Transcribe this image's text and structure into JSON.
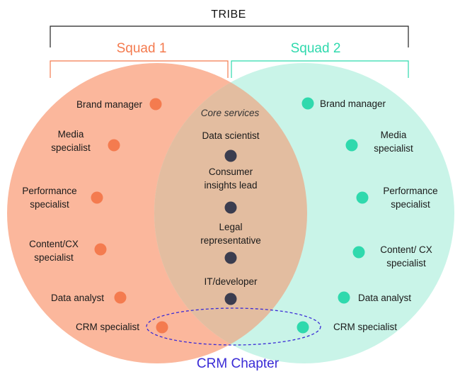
{
  "tribe": {
    "label": "TRIBE"
  },
  "squad1": {
    "label": "Squad 1",
    "color": "#f47b4f",
    "fill": "#fbb79c",
    "members": [
      {
        "lines": [
          "Brand manager"
        ]
      },
      {
        "lines": [
          "Media",
          "specialist"
        ]
      },
      {
        "lines": [
          "Performance",
          "specialist"
        ]
      },
      {
        "lines": [
          "Content/CX",
          "specialist"
        ]
      },
      {
        "lines": [
          "Data analyst"
        ]
      },
      {
        "lines": [
          "CRM specialist"
        ]
      }
    ]
  },
  "squad2": {
    "label": "Squad 2",
    "color": "#2fd9ad",
    "fill": "#c9f4e8",
    "members": [
      {
        "lines": [
          "Brand manager"
        ]
      },
      {
        "lines": [
          "Media",
          "specialist"
        ]
      },
      {
        "lines": [
          "Performance",
          "specialist"
        ]
      },
      {
        "lines": [
          "Content/ CX",
          "specialist"
        ]
      },
      {
        "lines": [
          "Data analyst"
        ]
      },
      {
        "lines": [
          "CRM specialist"
        ]
      }
    ]
  },
  "core": {
    "title": "Core services",
    "dot_color": "#3b3d4f",
    "overlap_fill": "#e3bda0",
    "members": [
      {
        "lines": [
          "Data scientist"
        ]
      },
      {
        "lines": [
          "Consumer",
          "insights lead"
        ]
      },
      {
        "lines": [
          "Legal",
          "representative"
        ]
      },
      {
        "lines": [
          "IT/developer"
        ]
      }
    ]
  },
  "chapter": {
    "label": "CRM Chapter",
    "color": "#3a2bd6"
  }
}
